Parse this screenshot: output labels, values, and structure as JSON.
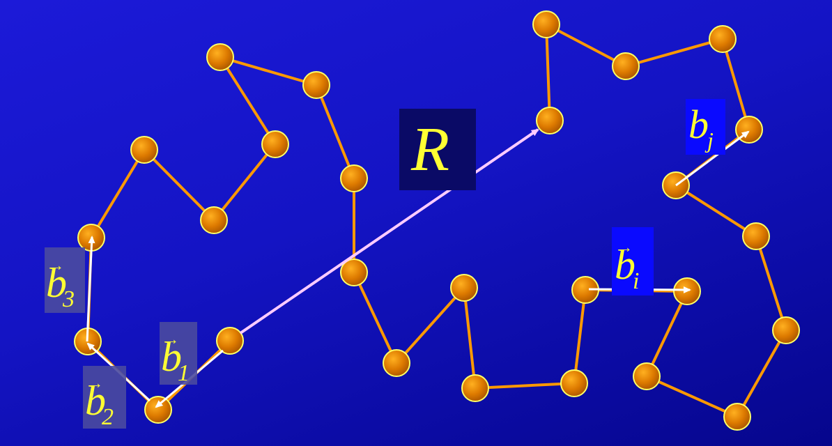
{
  "diagram": {
    "end_to_end_label": "R",
    "bond_symbol": "b",
    "bond_labels": [
      {
        "id": "b1",
        "subscript": "1",
        "arrow": true
      },
      {
        "id": "b2",
        "subscript": "2",
        "arrow": true
      },
      {
        "id": "b3",
        "subscript": "3",
        "arrow": true
      },
      {
        "id": "bi",
        "subscript": "i",
        "arrow": true
      },
      {
        "id": "bj",
        "subscript": "j",
        "arrow": false
      }
    ],
    "colors": {
      "background": "#1414c4",
      "bond": "#ff9900",
      "monomer": "#cc7700",
      "monomer_outline": "#ffff66",
      "vector": "#ffffff",
      "end_to_end_vector": "#ffccff",
      "label_text": "#ffff33"
    }
  }
}
